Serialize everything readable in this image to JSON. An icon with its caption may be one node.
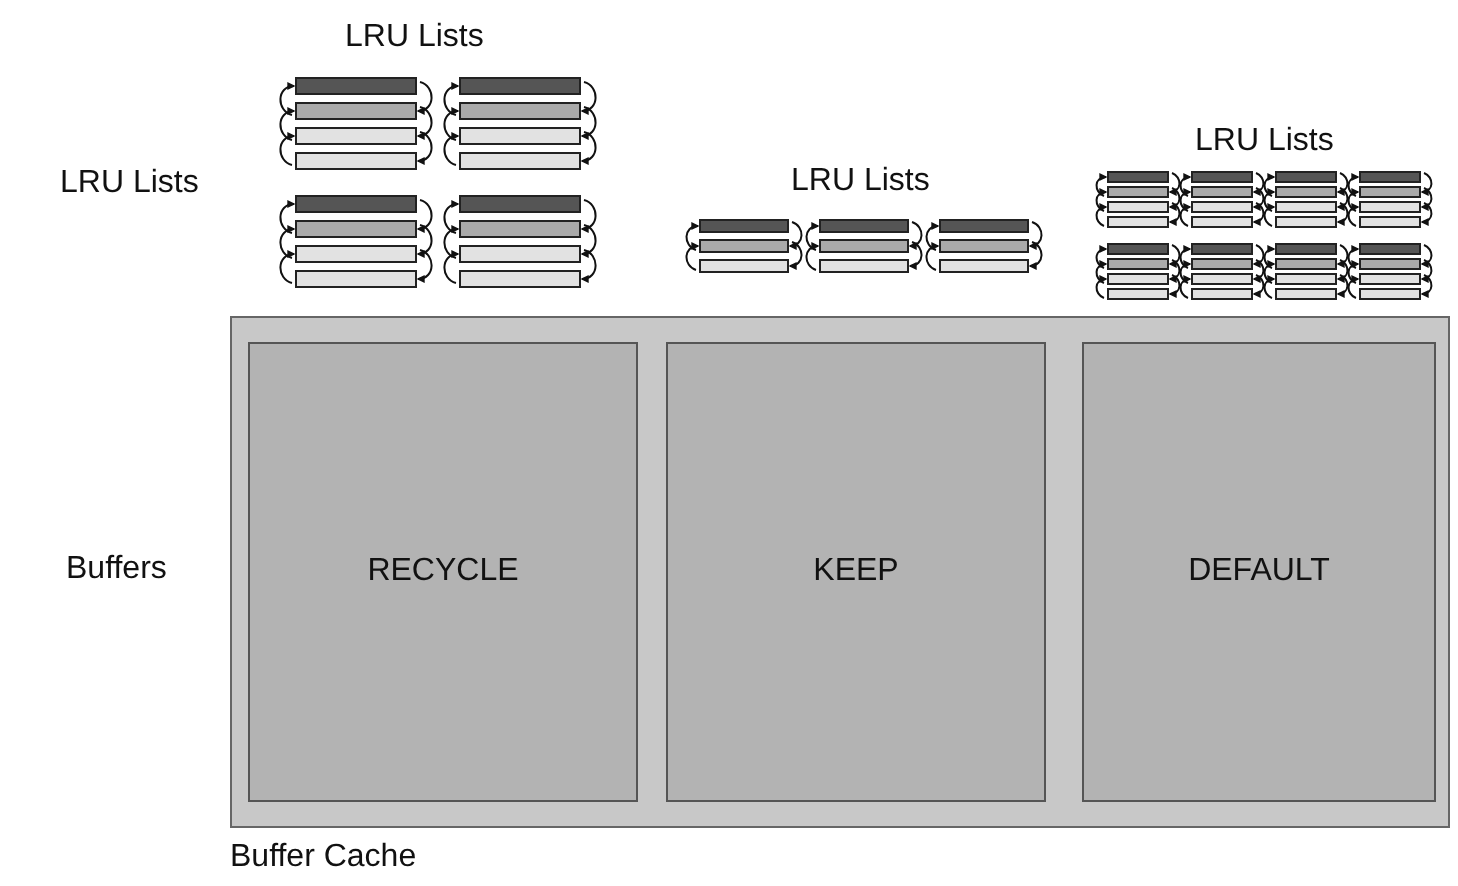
{
  "diagram": {
    "nodes": [
      {
        "text": [
          "Buffer Cache"
        ]
      },
      {
        "text": [
          "RECYCLE"
        ],
        "in": 0
      },
      {
        "text": [
          "KEEP"
        ],
        "in": 0
      },
      {
        "text": [
          "DEFAULT"
        ],
        "in": 0
      }
    ],
    "labels": [
      "LRU Lists",
      "LRU Lists",
      "LRU Lists",
      "LRU Lists",
      "Buffers"
    ]
  }
}
